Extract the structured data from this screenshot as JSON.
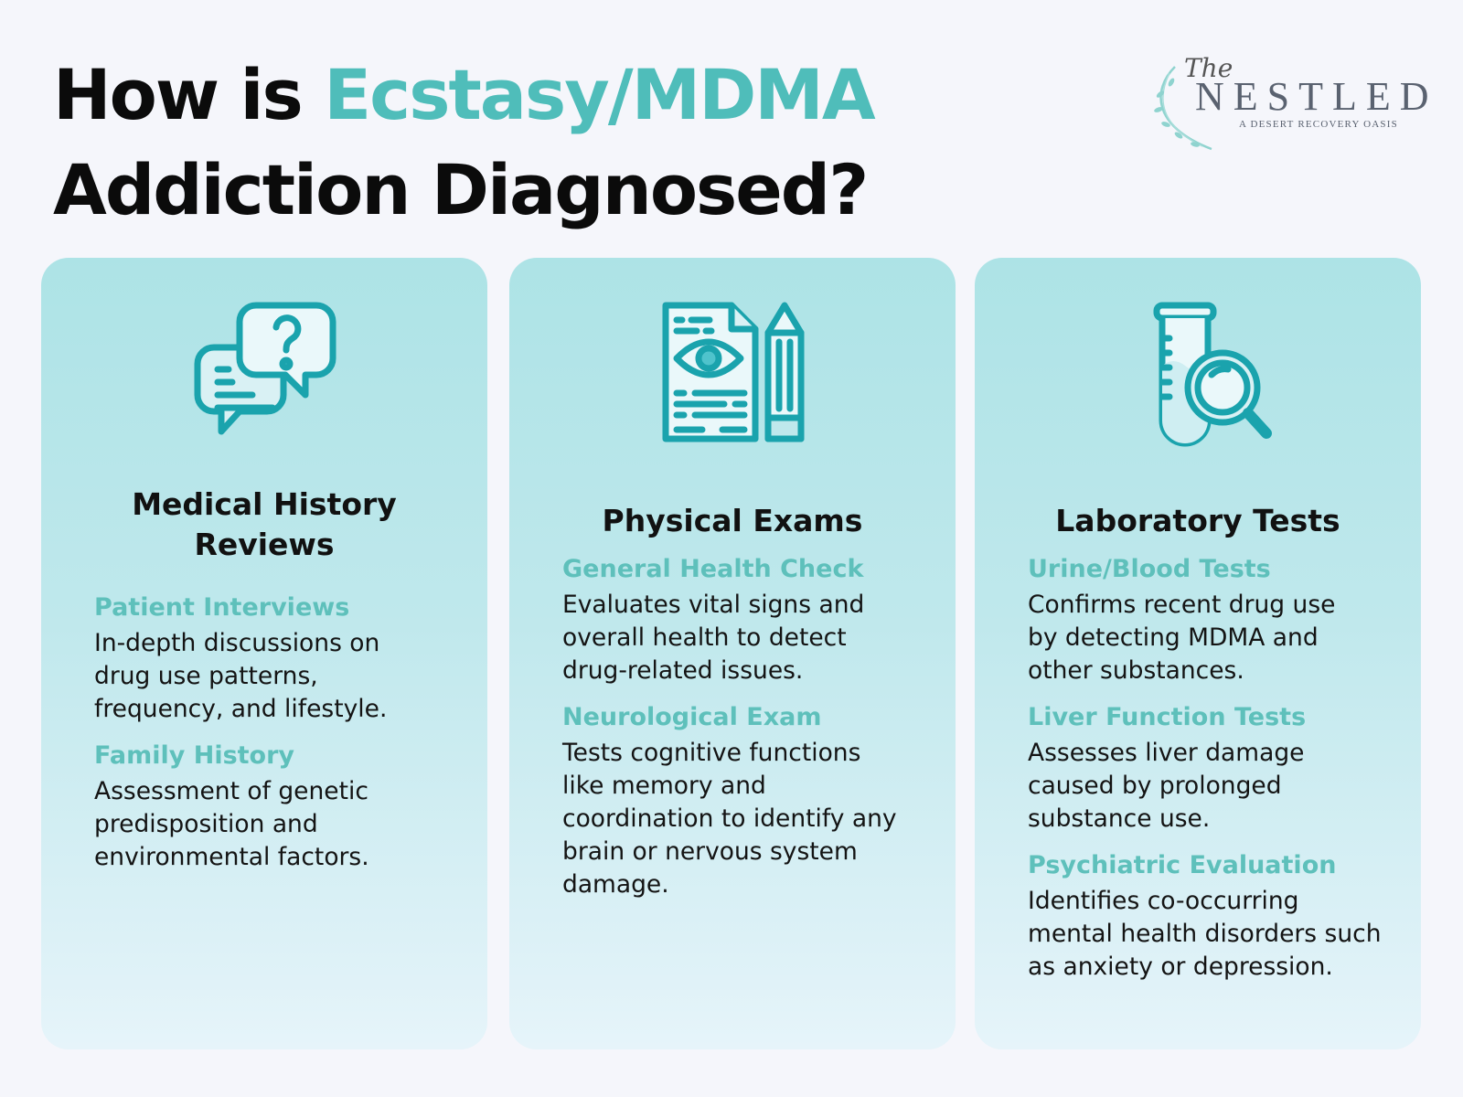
{
  "header": {
    "title_part1": "How is ",
    "title_accent": "Ecstasy/MDMA",
    "title_line2": "Addiction Diagnosed?"
  },
  "logo": {
    "the": "The",
    "name": "NESTLED",
    "tagline": "A DESERT RECOVERY OASIS"
  },
  "colors": {
    "accent": "#4fbdba",
    "icon_stroke": "#1aa3ad",
    "card_top": "#ade3e6",
    "card_bottom": "#e6f4fa",
    "background": "#f5f6fb"
  },
  "cards": [
    {
      "icon": "chat-question-icon",
      "title": "Medical History\nReviews",
      "items": [
        {
          "heading": "Patient Interviews",
          "text": "In-depth discussions on\ndrug use patterns,\nfrequency, and lifestyle."
        },
        {
          "heading": "Family History",
          "text": "Assessment of genetic\npredisposition and\nenvironmental factors."
        }
      ]
    },
    {
      "icon": "document-eye-pencil-icon",
      "title": "Physical Exams",
      "items": [
        {
          "heading": "General Health Check",
          "text": "Evaluates vital signs and\noverall health to detect\ndrug-related issues."
        },
        {
          "heading": "Neurological Exam",
          "text": "Tests cognitive functions\nlike memory and\ncoordination to identify any\nbrain or nervous system\ndamage."
        }
      ]
    },
    {
      "icon": "test-tube-magnifier-icon",
      "title": "Laboratory Tests",
      "items": [
        {
          "heading": "Urine/Blood Tests",
          "text": "Confirms recent drug use\nby detecting MDMA and\nother substances."
        },
        {
          "heading": "Liver Function Tests",
          "text": "Assesses liver damage\ncaused by prolonged\nsubstance use."
        },
        {
          "heading": "Psychiatric Evaluation",
          "text": "Identifies co-occurring\nmental health disorders such\nas anxiety or depression."
        }
      ]
    }
  ]
}
